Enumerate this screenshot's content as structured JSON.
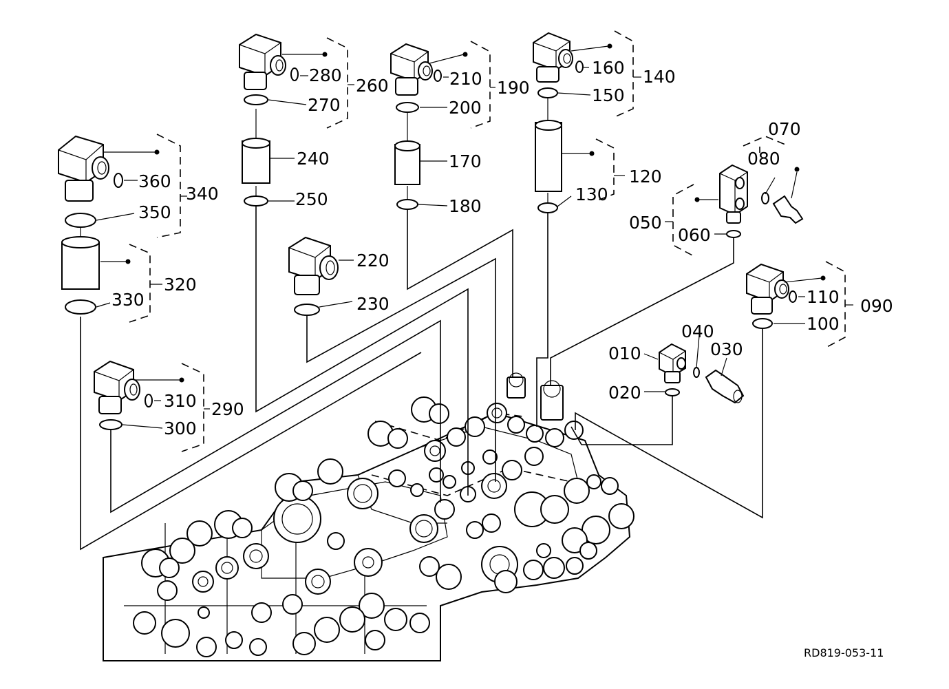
{
  "diagram": {
    "reference_code": "RD819-053-11",
    "labels": {
      "p010": "010",
      "p020": "020",
      "p030": "030",
      "p040": "040",
      "p050": "050",
      "p060": "060",
      "p070": "070",
      "p080": "080",
      "p090": "090",
      "p100": "100",
      "p110": "110",
      "p120": "120",
      "p130": "130",
      "p140": "140",
      "p150": "150",
      "p160": "160",
      "p170": "170",
      "p180": "180",
      "p190": "190",
      "p200": "200",
      "p210": "210",
      "p220": "220",
      "p230": "230",
      "p240": "240",
      "p250": "250",
      "p260": "260",
      "p270": "270",
      "p280": "280",
      "p290": "290",
      "p300": "300",
      "p310": "310",
      "p320": "320",
      "p330": "330",
      "p340": "340",
      "p350": "350",
      "p360": "360"
    }
  }
}
